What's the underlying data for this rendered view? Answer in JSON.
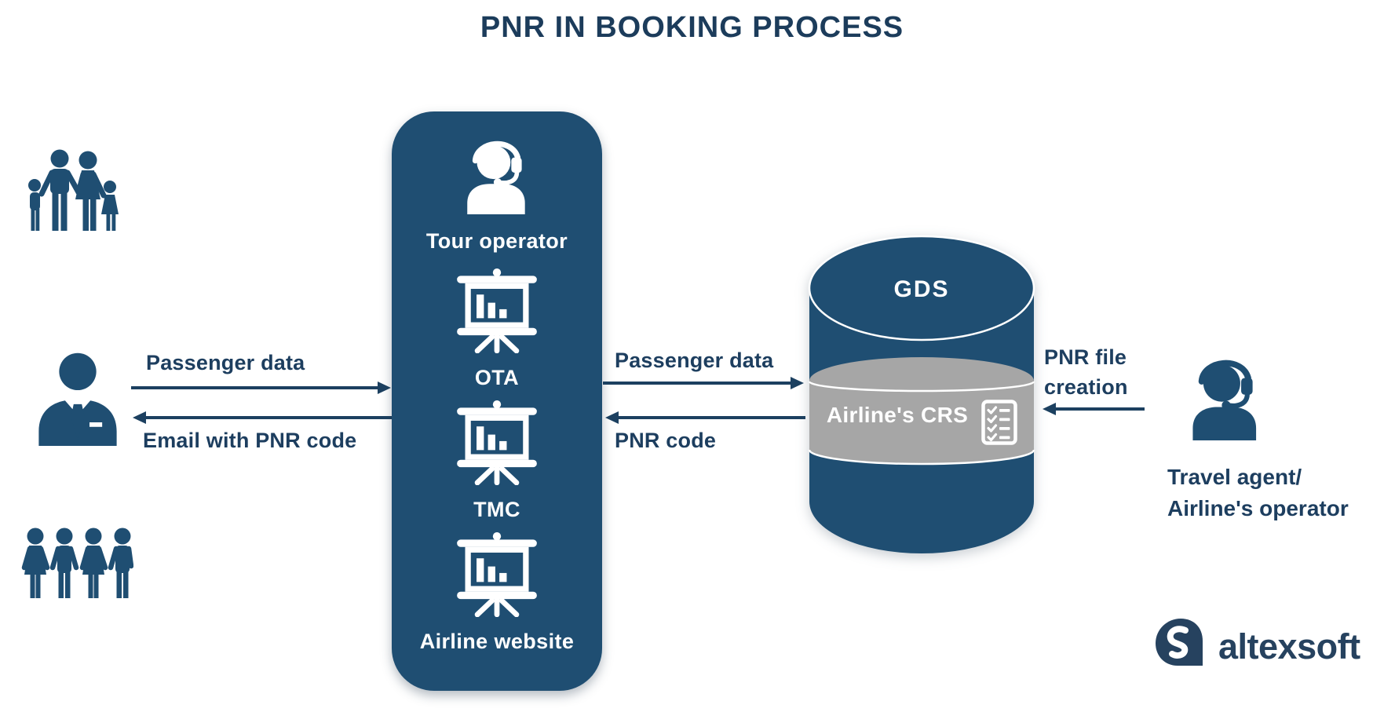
{
  "title": "PNR IN BOOKING PROCESS",
  "colors": {
    "primary_blue": "#1F4E72",
    "text_navy": "#1D3E5F",
    "arrow_navy": "#1C4060",
    "band_gray": "#A6A6A6",
    "white": "#FFFFFF",
    "logo_navy": "#26425F"
  },
  "customers": {
    "family_icon": "family-icon",
    "businessman_icon": "businessman-icon",
    "travelers_group_icon": "people-group-icon"
  },
  "flows": {
    "passenger_data_to_channels": "Passenger data",
    "email_with_pnr": "Email with PNR code",
    "passenger_data_to_gds": "Passenger data",
    "pnr_code": "PNR code",
    "pnr_file_line1": "PNR file",
    "pnr_file_line2": "creation"
  },
  "channels": {
    "items": [
      {
        "label": "Tour operator",
        "icon": "support-agent-icon"
      },
      {
        "label": "OTA",
        "icon": "presentation-chart-icon"
      },
      {
        "label": "TMC",
        "icon": "presentation-chart-icon"
      },
      {
        "label": "Airline website",
        "icon": "presentation-chart-icon"
      }
    ]
  },
  "database": {
    "top_label": "GDS",
    "band_label": "Airline's CRS",
    "band_icon": "checklist-icon"
  },
  "agent": {
    "line1": "Travel agent/",
    "line2": "Airline's operator",
    "icon": "support-agent-icon"
  },
  "logo": {
    "wordmark": "altexsoft",
    "mark_icon": "altexsoft-logo-icon"
  }
}
